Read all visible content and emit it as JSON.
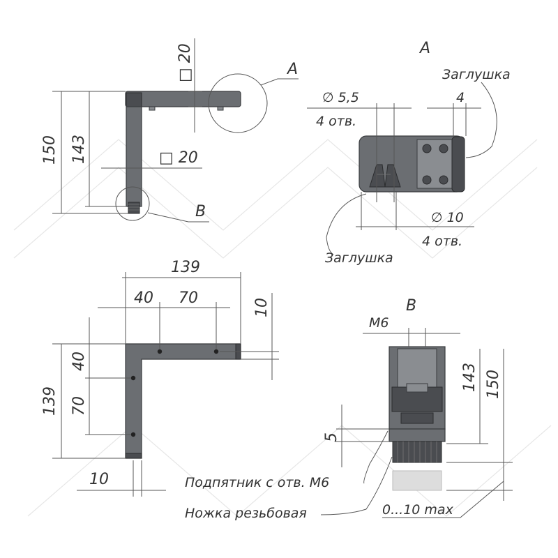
{
  "view_a_label": "A",
  "view_b_label": "B",
  "leg_top": {
    "dim_square_vert": "□ 20",
    "dim_square_horiz": "□ 20",
    "dim_height_total": "150",
    "dim_height_inner": "143",
    "callout_a": "A",
    "callout_b": "B"
  },
  "detail_a": {
    "hole_small_dia": "∅ 5,5",
    "hole_small_count": "4 отв.",
    "end_gap": "4",
    "plug_top": "Заглушка",
    "hole_large_dia": "∅ 10",
    "hole_large_count": "4 отв.",
    "plug_bottom": "Заглушка"
  },
  "leg_front": {
    "width_total": "139",
    "offset_40": "40",
    "spacing_70": "70",
    "edge_10_right": "10",
    "height_total": "139",
    "vert_40": "40",
    "vert_70": "70",
    "edge_10_bottom": "10"
  },
  "detail_b": {
    "thread": "M6",
    "dim_143": "143",
    "dim_150": "150",
    "dim_5": "5",
    "adjust_range": "0...10 max",
    "callout_foot_base": "Подпятник с отв. М6",
    "callout_threaded_foot": "Ножка резьбовая"
  }
}
